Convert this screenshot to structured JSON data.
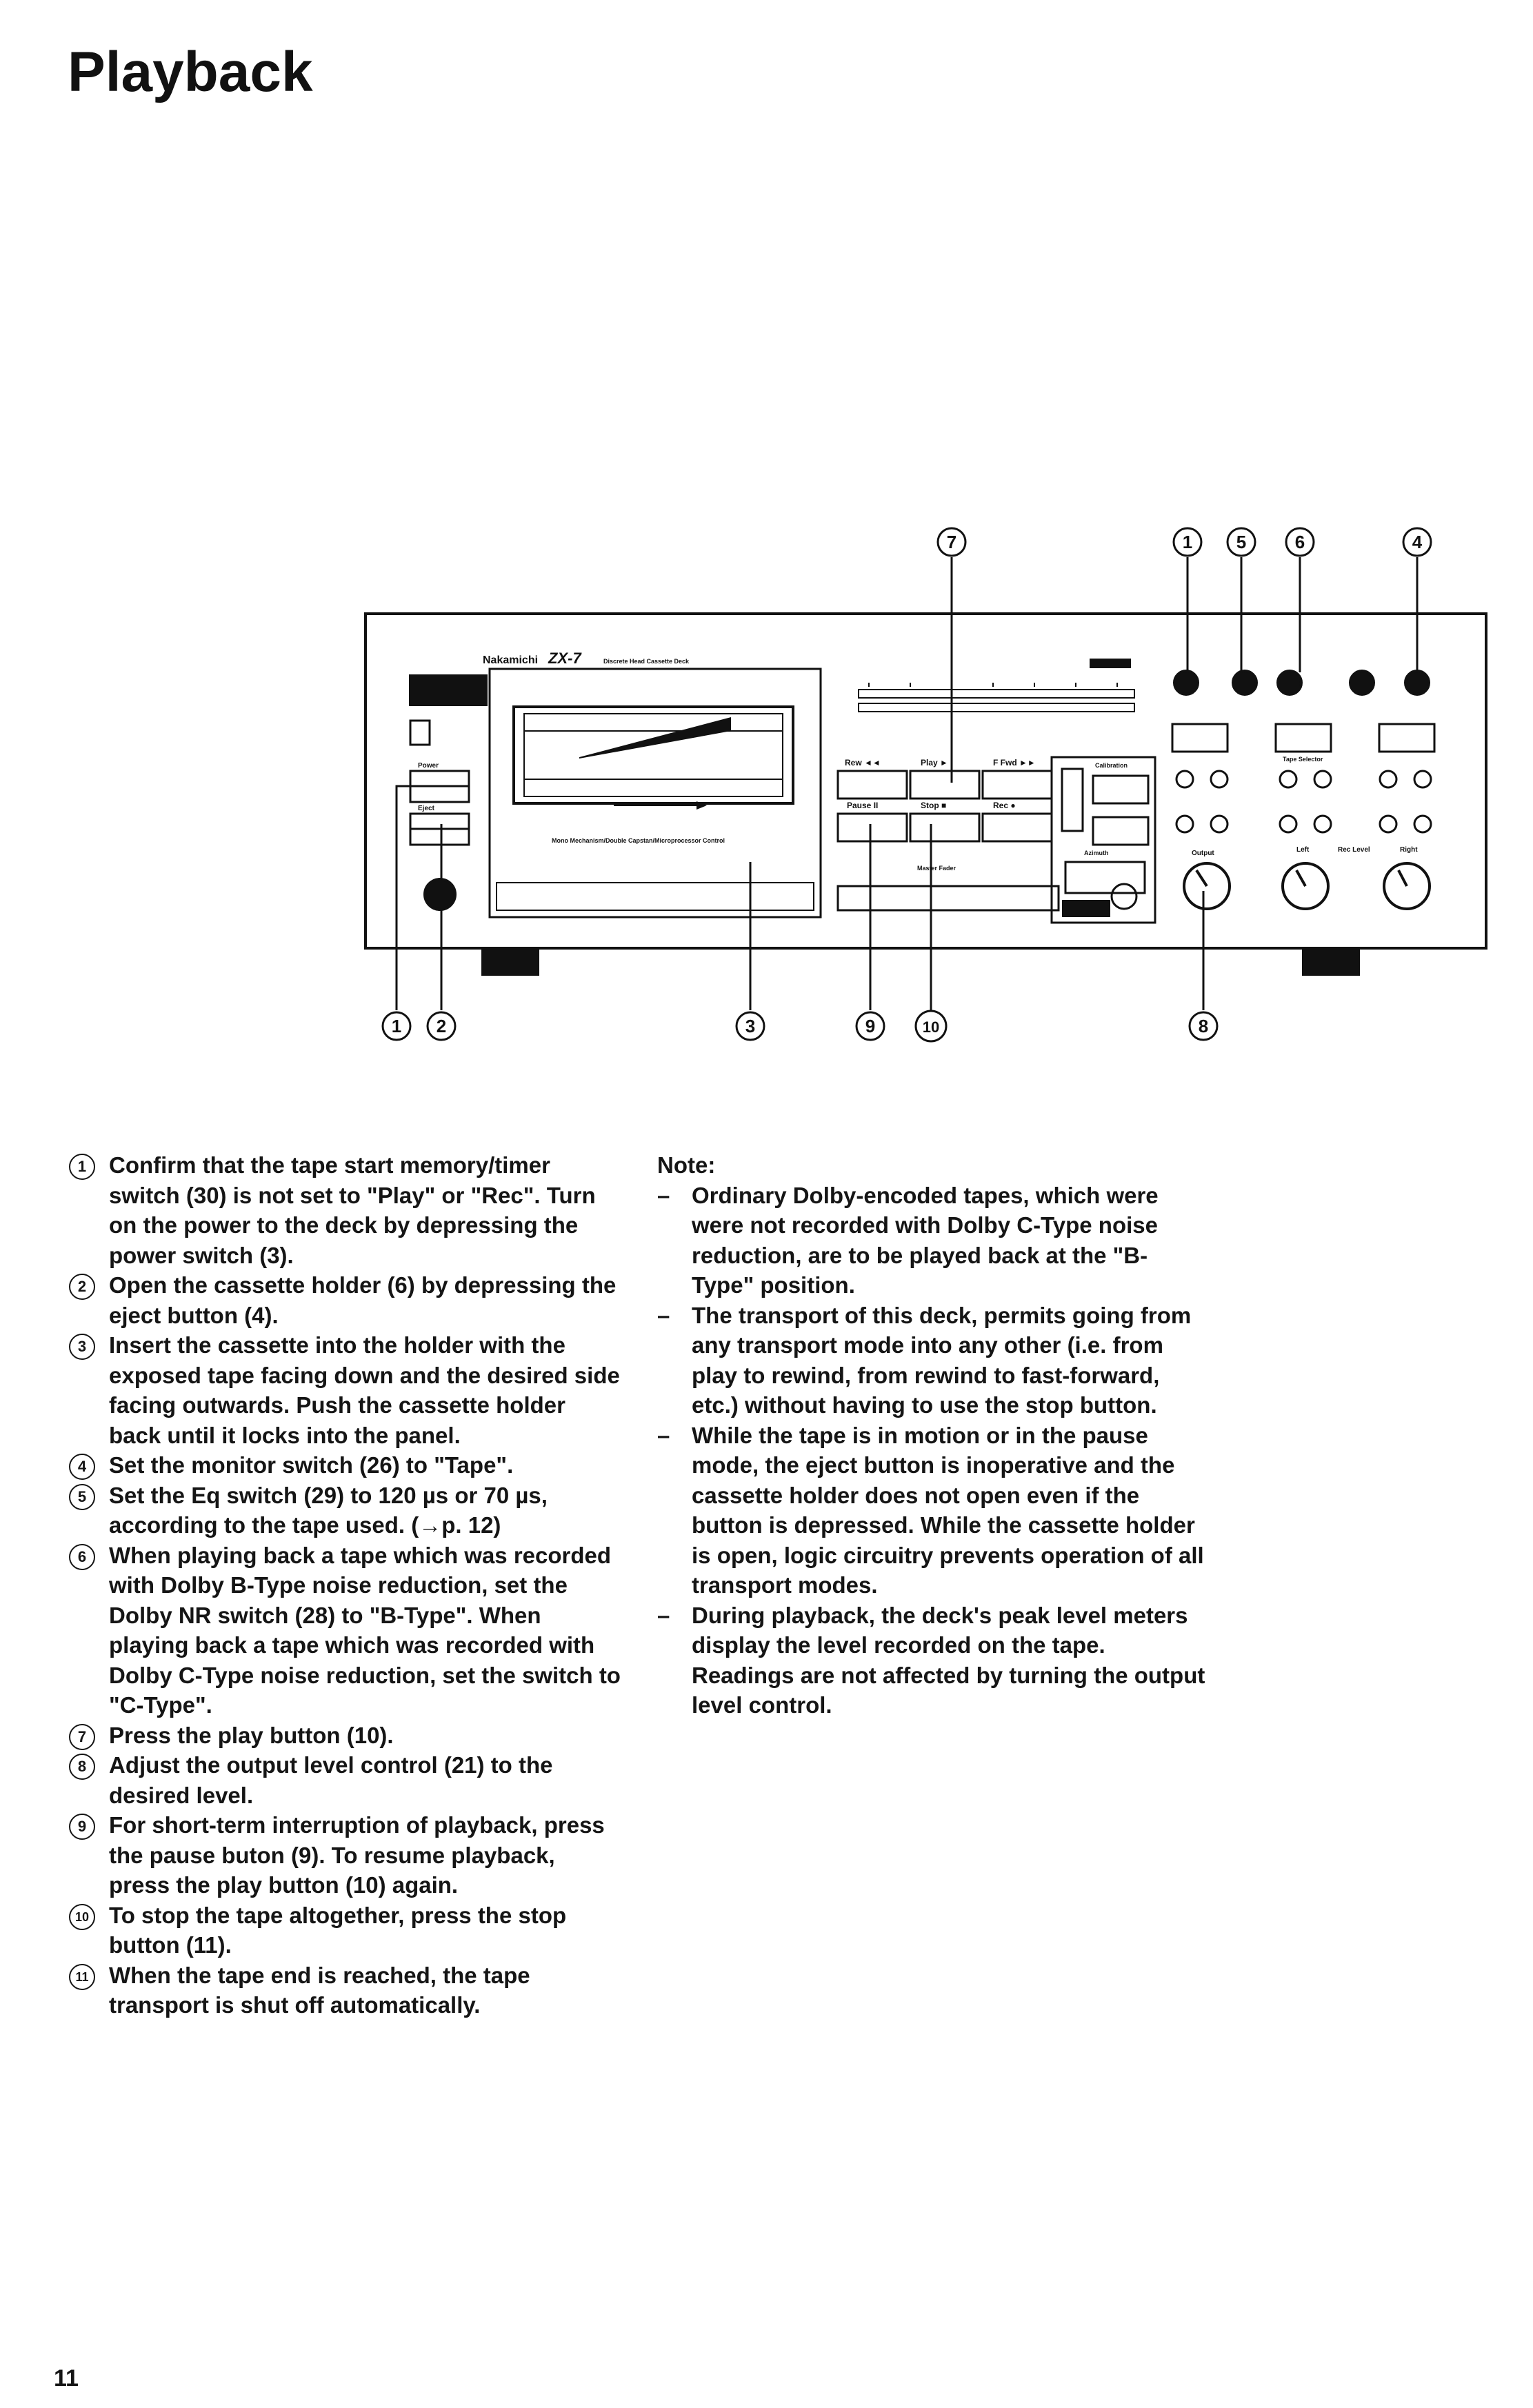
{
  "page": {
    "title": "Playback",
    "page_number": "11"
  },
  "deck": {
    "brand": "Nakamichi",
    "model": "ZX-7",
    "model_subtitle": "Discrete Head Cassette Deck",
    "mechanism_text": "Mono Mechanism/Double Capstan/Microprocessor Control",
    "labels": {
      "power": "Power",
      "eject": "Eject",
      "rew": "Rew ◄◄",
      "play": "Play ►",
      "ffwd": "F Fwd ►►",
      "pause": "Pause II",
      "stop": "Stop ■",
      "rec": "Rec ●",
      "output": "Output",
      "rec_level": "Rec Level",
      "left": "Left",
      "right": "Right",
      "master_fader": "Master Fader",
      "calibration": "Calibration",
      "azimuth": "Azimuth",
      "tape_selector": "Tape Selector"
    }
  },
  "callouts": {
    "top": [
      "7",
      "1",
      "5",
      "6",
      "4"
    ],
    "bottom": [
      "1",
      "2",
      "3",
      "9",
      "10",
      "8"
    ]
  },
  "steps": [
    {
      "num": "1",
      "text": "Confirm that the tape start memory/timer switch (30) is not set to \"Play\" or \"Rec\". Turn on the power to the deck by depressing the power switch (3)."
    },
    {
      "num": "2",
      "text": "Open the cassette holder (6) by depressing the eject button (4)."
    },
    {
      "num": "3",
      "text": "Insert the cassette into the holder with the exposed tape facing down and the desired side facing outwards. Push the cassette holder back until it locks into the panel."
    },
    {
      "num": "4",
      "text": "Set the monitor switch (26) to \"Tape\"."
    },
    {
      "num": "5",
      "text": "Set the Eq switch (29) to 120 µs or 70 µs, according to the tape used. (→p. 12)"
    },
    {
      "num": "6",
      "text": "When playing back a tape which was recorded with Dolby B-Type noise reduction, set the Dolby NR switch (28) to \"B-Type\". When playing back a tape which was recorded with Dolby C-Type noise reduction, set the switch to \"C-Type\"."
    },
    {
      "num": "7",
      "text": "Press the play button (10)."
    },
    {
      "num": "8",
      "text": "Adjust the output level control (21) to the desired level."
    },
    {
      "num": "9",
      "text": "For short-term interruption of playback, press the pause buton (9). To resume playback, press the play button (10) again."
    },
    {
      "num": "10",
      "text": "To stop the tape altogether, press the stop button (11)."
    },
    {
      "num": "11",
      "text": "When the tape end is reached, the tape transport is shut off automatically."
    }
  ],
  "notes": {
    "heading": "Note:",
    "items": [
      "Ordinary Dolby-encoded tapes, which were were not recorded with Dolby C-Type noise reduction, are to be played back at the \"B-Type\" position.",
      "The transport of this deck, permits going from any transport mode into any other (i.e. from play to rewind, from rewind to fast-forward, etc.) without having to use the stop button.",
      "While the tape is in motion or in the pause mode, the eject button is inoperative and the cassette holder does not open even if the button is depressed. While the cassette holder is open, logic circuitry prevents operation of all transport modes.",
      "During playback, the deck's peak level meters display the level recorded on the tape. Readings are not affected by turning the output level control."
    ]
  }
}
